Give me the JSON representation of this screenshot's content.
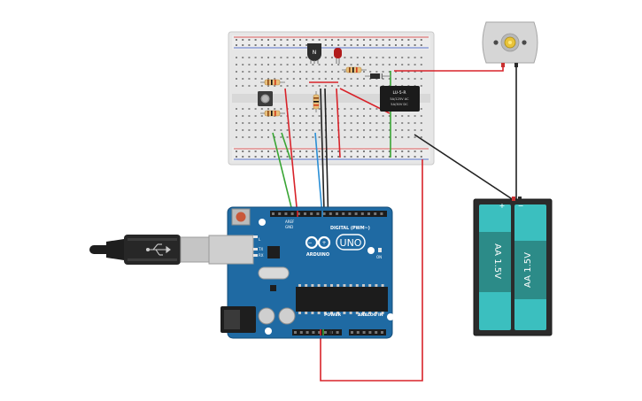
{
  "transistor": {
    "label": "N"
  },
  "relay": {
    "model": "LU-5-R",
    "rating_line1": "5A/125V AC",
    "rating_line2": "5A/30V DC"
  },
  "arduino": {
    "logo_text": "ARDUINO",
    "uno_text": "UNO",
    "digital_label": "DIGITAL (PWM~)",
    "analog_label": "ANALOG IN",
    "power_label": "POWER",
    "aref_label": "AREF",
    "gnd_label": "GND",
    "tx_label": "TX",
    "rx_label": "RX",
    "l_label": "L",
    "on_label": "ON"
  },
  "battery": {
    "cell1_label": "AA 1.5V",
    "cell2_label": "AA 1.5V",
    "plus_sign": "+",
    "minus_sign": "−"
  },
  "colors": {
    "wire_red": "#d8232a",
    "wire_black": "#222222",
    "wire_green": "#3aa535",
    "wire_blue": "#2b8fd6",
    "board_blue": "#1f6aa3",
    "cell_teal": "#3bbfbf"
  }
}
